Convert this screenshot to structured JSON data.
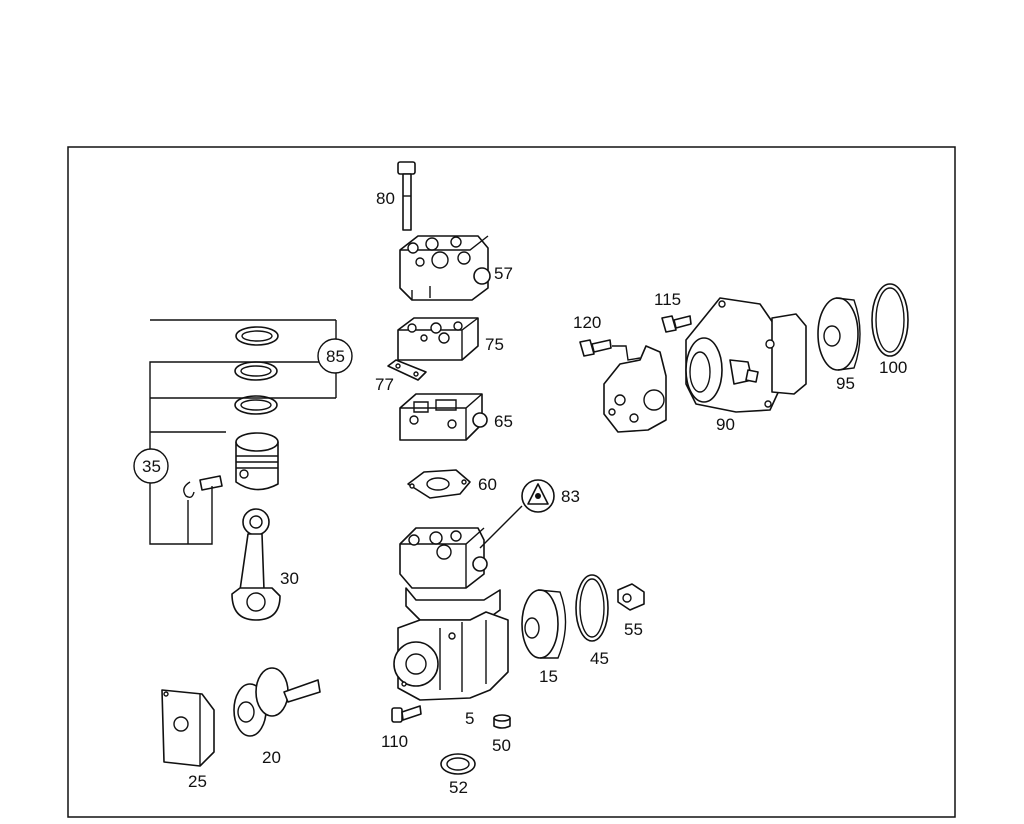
{
  "diagram": {
    "callouts": {
      "c80": "80",
      "c57": "57",
      "c75": "75",
      "c77": "77",
      "c65": "65",
      "c60": "60",
      "c83": "83",
      "c85": "85",
      "c35": "35",
      "c30": "30",
      "c25": "25",
      "c20": "20",
      "c110": "110",
      "c5": "5",
      "c50": "50",
      "c52": "52",
      "c15": "15",
      "c45": "45",
      "c55": "55",
      "c120": "120",
      "c115": "115",
      "c90": "90",
      "c95": "95",
      "c100": "100"
    },
    "colors": {
      "line": "#111111",
      "background": "#ffffff"
    }
  }
}
